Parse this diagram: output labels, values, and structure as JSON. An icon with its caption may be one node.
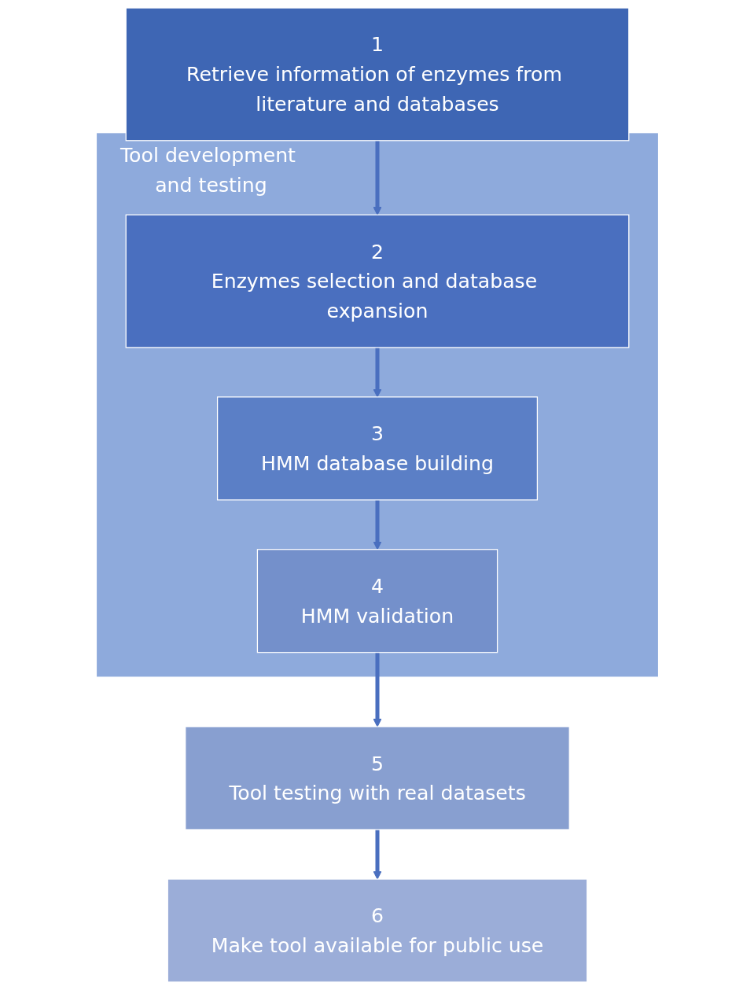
{
  "diagram": {
    "nodes": [
      {
        "text": [
          "1",
          "Retrieve information of enzymes from literature and databases"
        ]
      },
      {
        "text": [
          "Tool development and testing"
        ]
      },
      {
        "text": [
          "2",
          "Enzymes selection and database expansion"
        ],
        "in": 1
      },
      {
        "text": [
          "3",
          "HMM database building"
        ],
        "in": 1
      },
      {
        "text": [
          "4",
          "HMM validation"
        ],
        "in": 1
      },
      {
        "text": [
          "5",
          "Tool testing with real datasets"
        ]
      },
      {
        "text": [
          "6",
          "Make tool available for public use"
        ]
      }
    ],
    "edges": [
      {
        "from": 0,
        "to": 2,
        "arrow": "to"
      },
      {
        "from": 2,
        "to": 3,
        "arrow": "to"
      },
      {
        "from": 3,
        "to": 4,
        "arrow": "to"
      },
      {
        "from": 4,
        "to": 5,
        "arrow": "to"
      },
      {
        "from": 5,
        "to": 6,
        "arrow": "to"
      }
    ]
  }
}
